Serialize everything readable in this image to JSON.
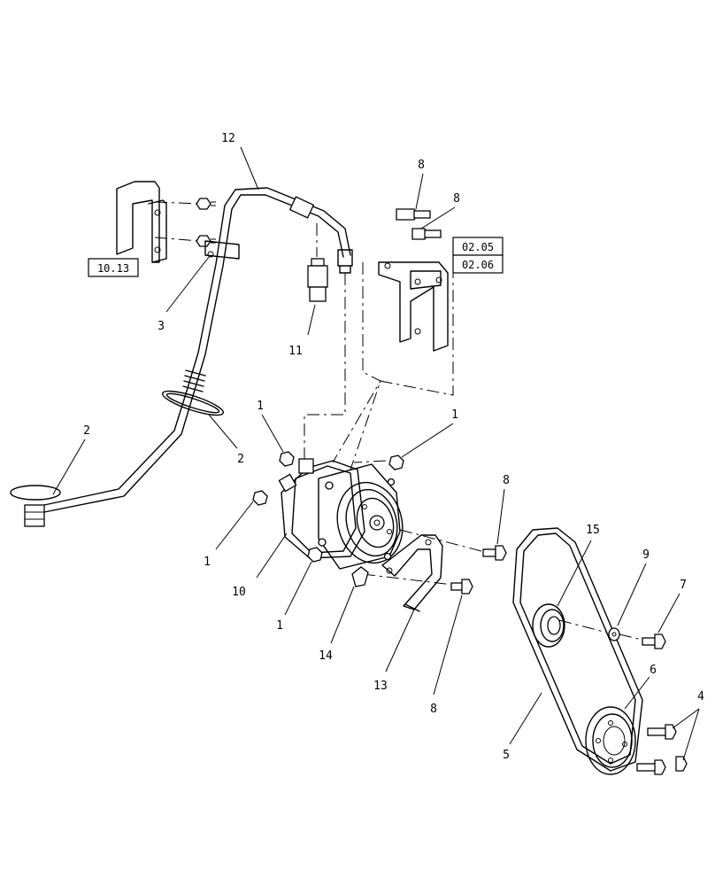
{
  "callouts": {
    "c1a": "1",
    "c1b": "1",
    "c1c": "1",
    "c1d": "1",
    "c2a": "2",
    "c2b": "2",
    "c3": "3",
    "c4": "4",
    "c5": "5",
    "c6": "6",
    "c7": "7",
    "c8a": "8",
    "c8b": "8",
    "c8c": "8",
    "c8d": "8",
    "c9": "9",
    "c10": "10",
    "c11": "11",
    "c12": "12",
    "c13": "13",
    "c14": "14",
    "c15": "15"
  },
  "references": {
    "r1013": "10.13",
    "r0205": "02.05",
    "r0206": "02.06"
  }
}
